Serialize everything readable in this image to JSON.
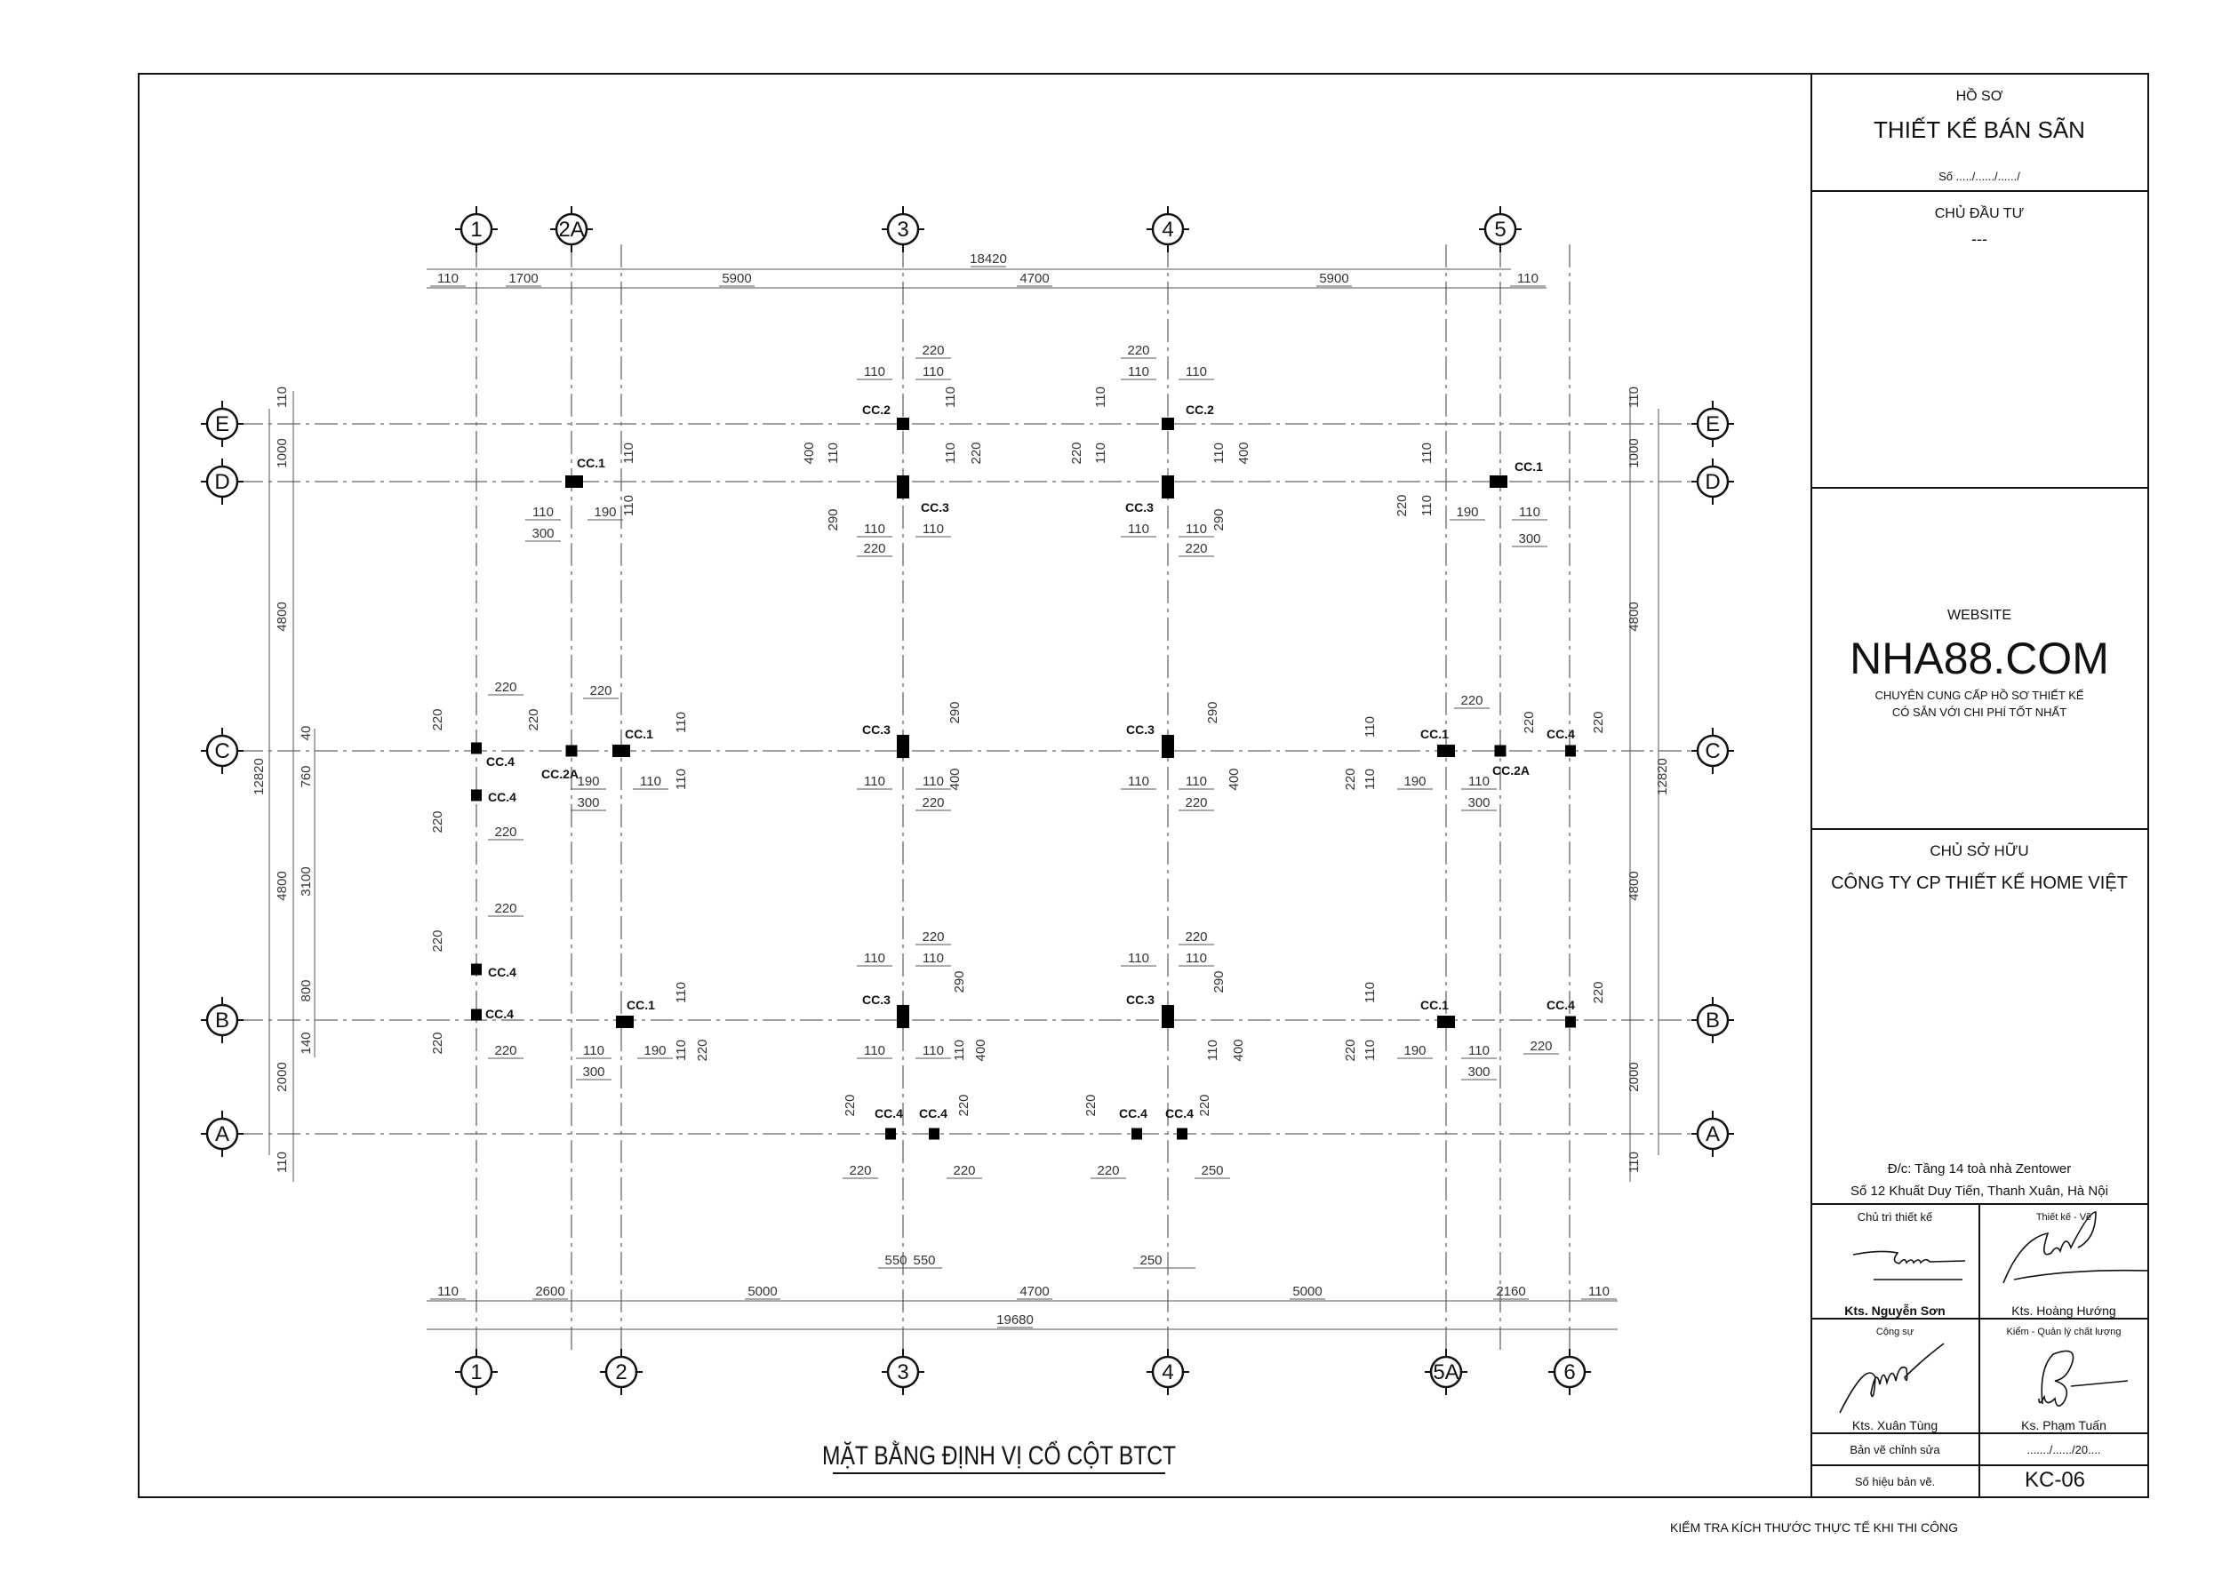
{
  "drawing": {
    "title": "MẶT BẰNG ĐỊNH VỊ CỔ CỘT BTCT",
    "footer_note": "KIỂM TRA KÍCH THƯỚC THỰC TẾ KHI THI CÔNG",
    "top_axes": [
      "1",
      "2A",
      "3",
      "4",
      "5"
    ],
    "bottom_axes": [
      "1",
      "2",
      "3",
      "4",
      "5A",
      "6"
    ],
    "row_axes": [
      "E",
      "D",
      "C",
      "B",
      "A"
    ],
    "columns": [
      "CC.2",
      "CC.2",
      "CC.1",
      "CC.3",
      "CC.3",
      "CC.1",
      "CC.4",
      "CC.2A",
      "CC.1",
      "CC.3",
      "CC.3",
      "CC.1",
      "CC.2A",
      "CC.4",
      "CC.4",
      "CC.4",
      "CC.4",
      "CC.1",
      "CC.3",
      "CC.3",
      "CC.1",
      "CC.4",
      "CC.4",
      "CC.4",
      "CC.4",
      "CC.4"
    ],
    "overall_dims": [
      "18420",
      "110",
      "1700",
      "5900",
      "4700",
      "5900",
      "110",
      "110",
      "2600",
      "5000",
      "4700",
      "5000",
      "2160",
      "110",
      "19680",
      "110",
      "1000",
      "4800",
      "12820",
      "40",
      "760",
      "4800",
      "3100",
      "800",
      "140",
      "2000",
      "110",
      "110",
      "1000",
      "4800",
      "12820",
      "4800",
      "2000",
      "110"
    ],
    "detail_dims": [
      "220",
      "110",
      "110",
      "110",
      "110",
      "220",
      "400",
      "110",
      "290",
      "110",
      "110",
      "220",
      "220",
      "110",
      "110",
      "110",
      "220",
      "110",
      "110",
      "400",
      "290",
      "110",
      "110",
      "220",
      "110",
      "110",
      "110",
      "190",
      "300",
      "110",
      "110",
      "220",
      "190",
      "110",
      "300",
      "220",
      "220",
      "220",
      "220",
      "110",
      "110",
      "190",
      "110",
      "300",
      "220",
      "220",
      "290",
      "110",
      "110",
      "400",
      "220",
      "290",
      "110",
      "110",
      "400",
      "220",
      "110",
      "220",
      "110",
      "220",
      "220",
      "220",
      "190",
      "110",
      "300",
      "220",
      "220",
      "220",
      "220",
      "110",
      "110",
      "220",
      "110",
      "190",
      "300",
      "220",
      "110",
      "110",
      "290",
      "110",
      "110",
      "400",
      "110",
      "220",
      "110",
      "110",
      "290",
      "110",
      "400",
      "110",
      "220",
      "110",
      "190",
      "110",
      "300",
      "220",
      "220",
      "220",
      "220",
      "220",
      "220",
      "220",
      "220",
      "220",
      "250",
      "550",
      "550",
      "250"
    ]
  },
  "title_block": {
    "doc_label": "HỒ SƠ",
    "doc_title": "THIẾT KẾ BÁN SÃN",
    "doc_number": "Số ...../....../....../",
    "investor_label": "CHỦ ĐẦU TƯ",
    "investor_value": "---",
    "website_label": "WEBSITE",
    "website": "NHA88.COM",
    "tagline_1": "CHUYÊN CUNG CẤP HỒ SƠ THIẾT KẾ",
    "tagline_2": "CÓ SẴN VỚI CHI PHÍ TỐT NHẤT",
    "owner_label": "CHỦ SỞ HỮU",
    "owner": "CÔNG TY CP THIẾT KẾ HOME VIỆT",
    "address_1": "Đ/c: Tầng 14 toà nhà Zentower",
    "address_2": "Số 12 Khuất Duy Tiến, Thanh Xuân, Hà Nội",
    "roles": [
      {
        "role": "Chủ trì thiết kế",
        "name": "Kts. Nguyễn Sơn"
      },
      {
        "role": "Thiết kế - Vẽ",
        "name": "Kts. Hoàng Hướng"
      },
      {
        "role": "Cộng sự",
        "name": "Kts. Xuân Tùng"
      },
      {
        "role": "Kiểm - Quản lý chất lượng",
        "name": "Ks. Phạm Tuấn"
      }
    ],
    "revision_label": "Bản vẽ chỉnh sửa",
    "revision_date": "......./....../20....",
    "sheet_label": "Số hiệu bản vẽ.",
    "sheet_number": "KC-06"
  }
}
